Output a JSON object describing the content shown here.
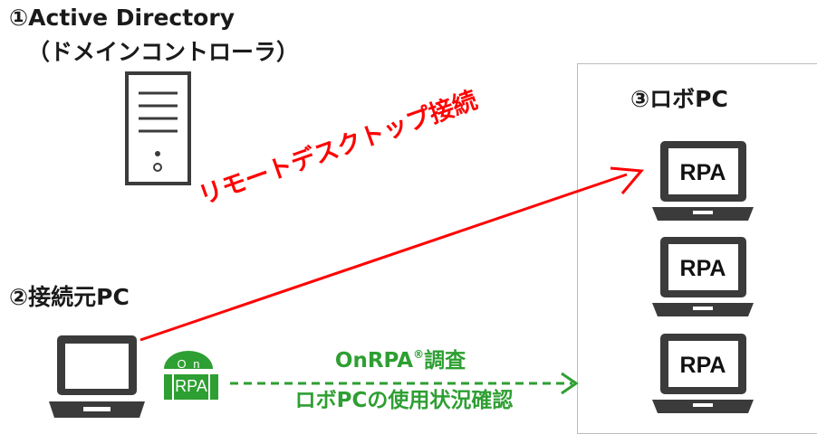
{
  "labels": {
    "active_directory": "①Active Directory",
    "domain_controller": "（ドメインコントローラ）",
    "source_pc": "②接続元PC",
    "robo_pc": "③ロボPC"
  },
  "connections": {
    "remote_desktop": "リモートデスクトップ接続",
    "onrpa_survey_name": "OnRPA",
    "onrpa_survey_mark": "®",
    "onrpa_survey_suffix": "調査",
    "usage_check": "ロボPCの使用状況確認"
  },
  "logo": {
    "top": "O n",
    "bottom": "RPA"
  },
  "robo_screens": [
    "RPA",
    "RPA",
    "RPA"
  ],
  "colors": {
    "remote_arrow": "#ff0000",
    "survey_arrow": "#2e9f32",
    "icon_dark": "#3b3b3b",
    "logo_green": "#2e9f32"
  },
  "icons": [
    "server-icon",
    "laptop-icon",
    "onrpa-logo-icon"
  ]
}
